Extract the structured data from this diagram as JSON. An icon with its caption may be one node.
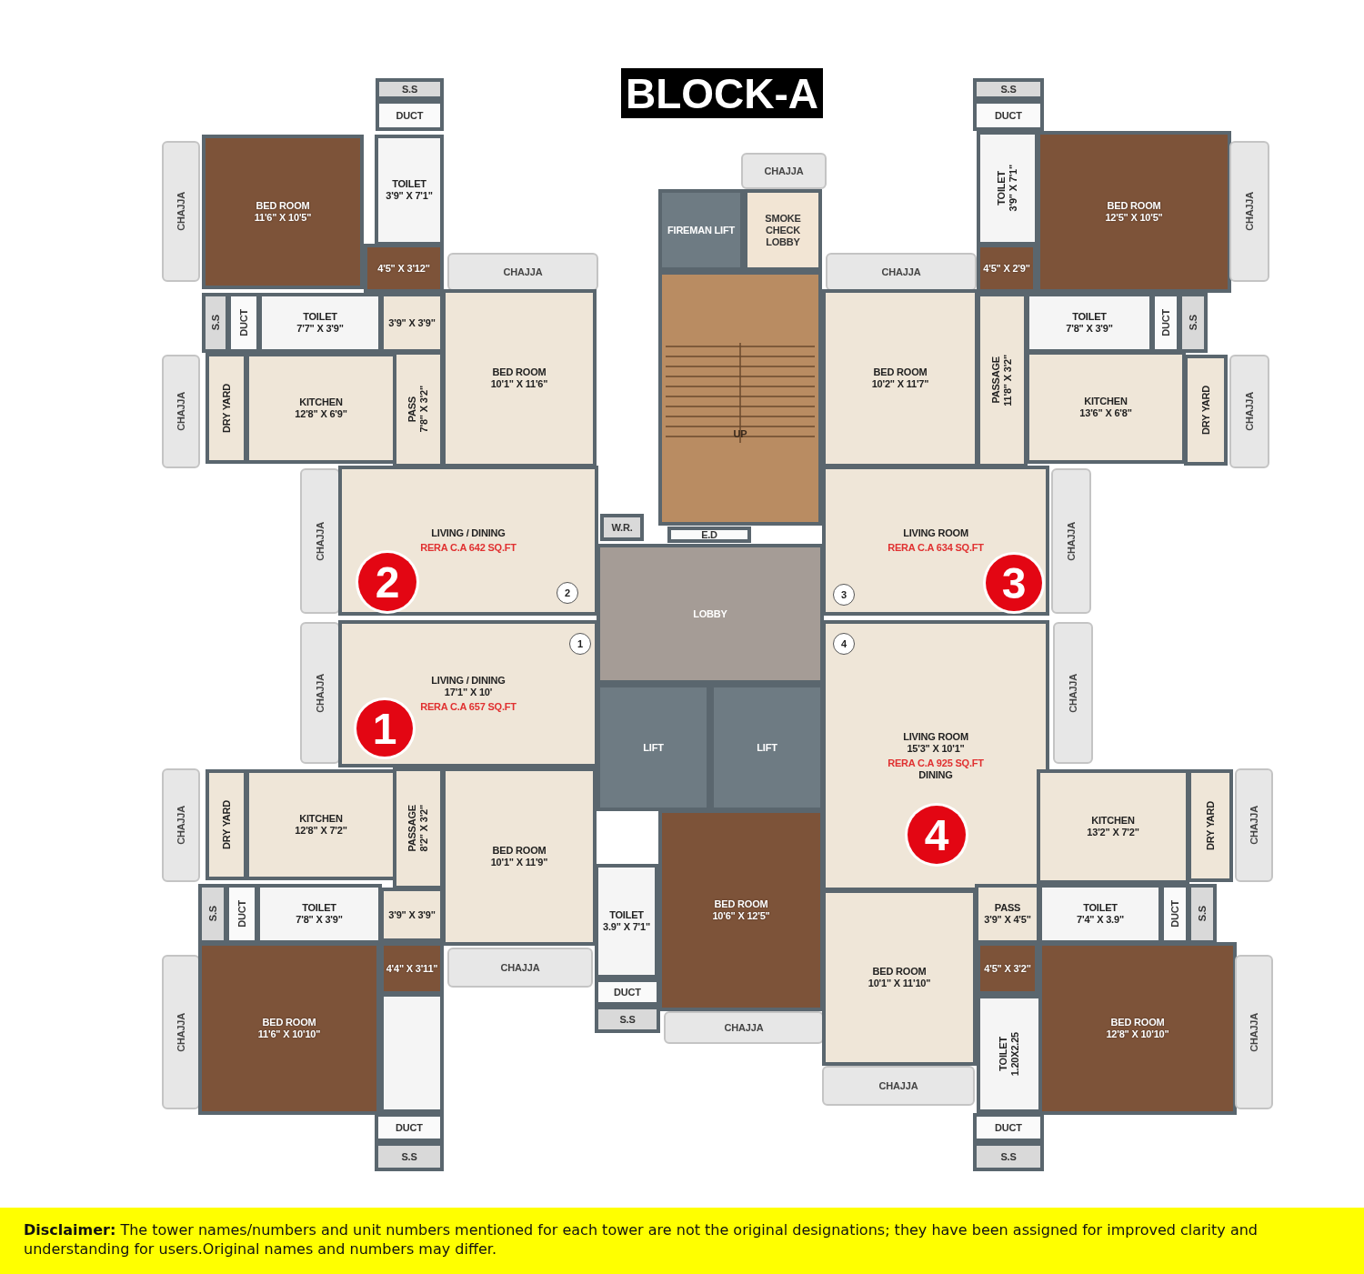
{
  "diagram": {
    "title": "BLOCK-A",
    "nodes": [
      {
        "text": [
          "S.S"
        ]
      },
      {
        "text": [
          "DUCT"
        ]
      },
      {
        "text": [
          "CHAJJA"
        ]
      },
      {
        "text": [
          "BED ROOM",
          "11'6\" X 10'5\""
        ]
      },
      {
        "text": [
          "TOILET",
          "3'9\" X 7'1\""
        ]
      },
      {
        "text": [
          "4'5\" X 3'12\""
        ]
      },
      {
        "text": [
          "CHAJJA"
        ]
      },
      {
        "text": [
          "S.S"
        ]
      },
      {
        "text": [
          "DUCT"
        ]
      },
      {
        "text": [
          "TOILET",
          "7'7\" X 3'9\""
        ]
      },
      {
        "text": [
          "3'9\" X 3'9\""
        ]
      },
      {
        "text": [
          "CHAJJA"
        ]
      },
      {
        "text": [
          "DRY YARD"
        ]
      },
      {
        "text": [
          "KITCHEN",
          "12'8\" X 6'9\""
        ]
      },
      {
        "text": [
          "PASS",
          "7'8\" X 3'2\""
        ]
      },
      {
        "text": [
          "BED ROOM",
          "10'1\" X 11'6\""
        ]
      },
      {
        "text": [
          "CHAJJA"
        ]
      },
      {
        "text": [
          "LIVING / DINING",
          "RERA C.A 642 SQ.FT"
        ]
      },
      {
        "text": [
          "2"
        ],
        "in": 17
      },
      {
        "text": [
          "2"
        ],
        "in": 17
      },
      {
        "text": [
          "W.R."
        ]
      },
      {
        "text": [
          "CHAJJA"
        ]
      },
      {
        "text": [
          "FIREMAN LIFT"
        ]
      },
      {
        "text": [
          "SMOKE CHECK LOBBY"
        ]
      },
      {
        "text": [
          "UP"
        ]
      },
      {
        "text": [
          "E.D"
        ]
      },
      {
        "text": [
          "LOBBY"
        ]
      },
      {
        "text": [
          "LIFT"
        ]
      },
      {
        "text": [
          "LIFT"
        ]
      },
      {
        "text": [
          "BED ROOM",
          "10'6\" X 12'5\""
        ]
      },
      {
        "text": [
          "TOILET",
          "3.9\" X 7'1\""
        ]
      },
      {
        "text": [
          "DUCT"
        ]
      },
      {
        "text": [
          "S.S"
        ]
      },
      {
        "text": [
          "CHAJJA"
        ]
      },
      {
        "text": [
          "S.S"
        ]
      },
      {
        "text": [
          "DUCT"
        ]
      },
      {
        "text": [
          "TOILET",
          "3'9\" X 7'1\""
        ]
      },
      {
        "text": [
          "BED ROOM",
          "12'5\" X 10'5\""
        ]
      },
      {
        "text": [
          "CHAJJA"
        ]
      },
      {
        "text": [
          "4'5\" X 2'9\""
        ]
      },
      {
        "text": [
          "CHAJJA"
        ]
      },
      {
        "text": [
          "BED ROOM",
          "10'2\" X 11'7\""
        ]
      },
      {
        "text": [
          "PASSAGE",
          "11'8\" X 3'2\""
        ]
      },
      {
        "text": [
          "TOILET",
          "7'8\" X 3'9\""
        ]
      },
      {
        "text": [
          "DUCT"
        ]
      },
      {
        "text": [
          "S.S"
        ]
      },
      {
        "text": [
          "KITCHEN",
          "13'6\" X 6'8\""
        ]
      },
      {
        "text": [
          "DRY YARD"
        ]
      },
      {
        "text": [
          "CHAJJA"
        ]
      },
      {
        "text": [
          "LIVING ROOM",
          "RERA C.A 634 SQ.FT"
        ]
      },
      {
        "text": [
          "3"
        ],
        "in": 49
      },
      {
        "text": [
          "3"
        ],
        "in": 49
      },
      {
        "text": [
          "CHAJJA"
        ]
      },
      {
        "text": [
          "CHAJJA"
        ]
      },
      {
        "text": [
          "LIVING / DINING",
          "17'1\" X 10'",
          "RERA C.A 657 SQ.FT"
        ]
      },
      {
        "text": [
          "1"
        ],
        "in": 54
      },
      {
        "text": [
          "1"
        ],
        "in": 54
      },
      {
        "text": [
          "CHAJJA"
        ]
      },
      {
        "text": [
          "DRY YARD"
        ]
      },
      {
        "text": [
          "KITCHEN",
          "12'8\" X 7'2\""
        ]
      },
      {
        "text": [
          "PASSAGE",
          "8'2\" X 3'2\""
        ]
      },
      {
        "text": [
          "BED ROOM",
          "10'1\" X 11'9\""
        ]
      },
      {
        "text": [
          "S.S"
        ]
      },
      {
        "text": [
          "DUCT"
        ]
      },
      {
        "text": [
          "TOILET",
          "7'8\" X 3'9\""
        ]
      },
      {
        "text": [
          "3'9\" X 3'9\""
        ]
      },
      {
        "text": [
          "4'4\" X 3'11\""
        ]
      },
      {
        "text": [
          "CHAJJA"
        ]
      },
      {
        "text": [
          "CHAJJA"
        ]
      },
      {
        "text": [
          "BED ROOM",
          "11'6\" X 10'10\""
        ]
      },
      {
        "text": [],
        "shape": "box"
      },
      {
        "text": [
          "DUCT"
        ]
      },
      {
        "text": [
          "S.S"
        ]
      },
      {
        "text": [
          "LIVING ROOM",
          "15'3\" X 10'1\"",
          "RERA C.A 925 SQ.FT",
          "DINING"
        ]
      },
      {
        "text": [
          "4"
        ],
        "in": 73
      },
      {
        "text": [
          "4"
        ],
        "in": 73
      },
      {
        "text": [
          "CHAJJA"
        ]
      },
      {
        "text": [
          "KITCHEN",
          "13'2\" X 7'2\""
        ]
      },
      {
        "text": [
          "DRY YARD"
        ]
      },
      {
        "text": [
          "CHAJJA"
        ]
      },
      {
        "text": [
          "BED ROOM",
          "10'1\" X 11'10\""
        ]
      },
      {
        "text": [
          "PASS",
          "3'9\" X 4'5\""
        ]
      },
      {
        "text": [
          "TOILET",
          "7'4\" X 3.9\""
        ]
      },
      {
        "text": [
          "DUCT"
        ]
      },
      {
        "text": [
          "S.S"
        ]
      },
      {
        "text": [
          "4'5\" X 3'2\""
        ]
      },
      {
        "text": [
          "BED ROOM",
          "12'8\" X 10'10\""
        ]
      },
      {
        "text": [
          "TOILET",
          "1.20X2.25"
        ]
      },
      {
        "text": [
          "CHAJJA"
        ]
      },
      {
        "text": [
          "CHAJJA"
        ]
      },
      {
        "text": [
          "DUCT"
        ]
      },
      {
        "text": [
          "S.S"
        ]
      }
    ],
    "labels": [
      "**Disclaimer:** The tower names/numbers and unit numbers mentioned for each tower are not the original designations; they have been assigned for improved clarity and understanding for users.Original names and numbers may differ."
    ]
  }
}
